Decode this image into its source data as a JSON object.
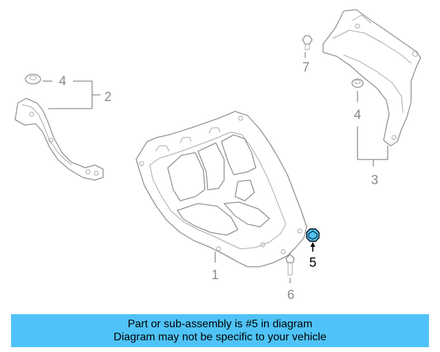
{
  "diagram": {
    "callouts": [
      {
        "id": "1",
        "label": "1",
        "highlight": false
      },
      {
        "id": "2",
        "label": "2",
        "highlight": false
      },
      {
        "id": "3",
        "label": "3",
        "highlight": false
      },
      {
        "id": "4a",
        "label": "4",
        "highlight": false
      },
      {
        "id": "4b",
        "label": "4",
        "highlight": false
      },
      {
        "id": "5",
        "label": "5",
        "highlight": true
      },
      {
        "id": "6",
        "label": "6",
        "highlight": false
      },
      {
        "id": "7",
        "label": "7",
        "highlight": false
      }
    ],
    "colors": {
      "line": "#8e8e8e",
      "highlight_part": "#4fc3f7",
      "highlight_text": "#000000"
    }
  },
  "banner": {
    "line1": "Part or sub-assembly is #5 in diagram",
    "line2": "Diagram may not be specific to your vehicle",
    "background": "#4fc3f7"
  }
}
